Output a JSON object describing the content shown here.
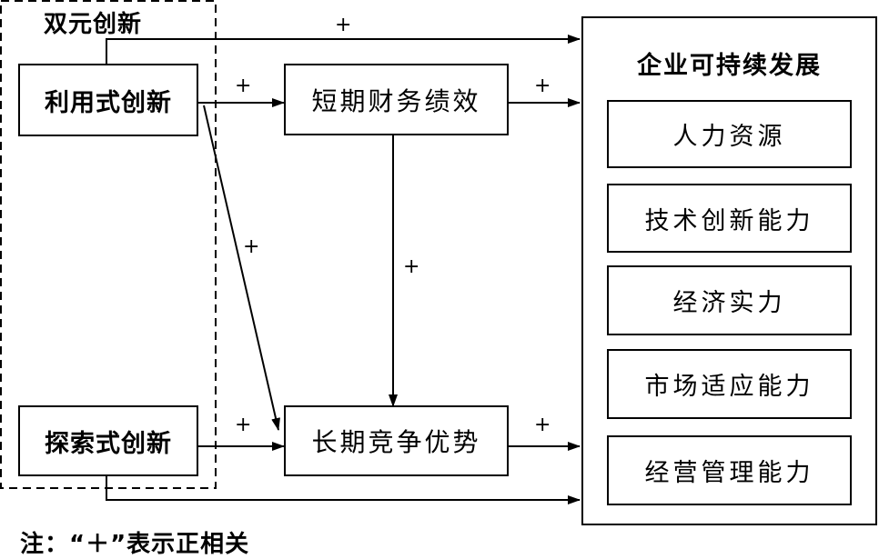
{
  "dual_innovation": {
    "title": "双元创新",
    "exploitative": "利用式创新",
    "exploratory": "探索式创新"
  },
  "mediators": {
    "short_term": "短期财务绩效",
    "long_term": "长期竞争优势"
  },
  "outcome": {
    "title": "企业可持续发展",
    "dimensions": [
      "人力资源",
      "技术创新能力",
      "经济实力",
      "市场适应能力",
      "经营管理能力"
    ]
  },
  "sign": "+",
  "note": "注：“＋”表示正相关"
}
